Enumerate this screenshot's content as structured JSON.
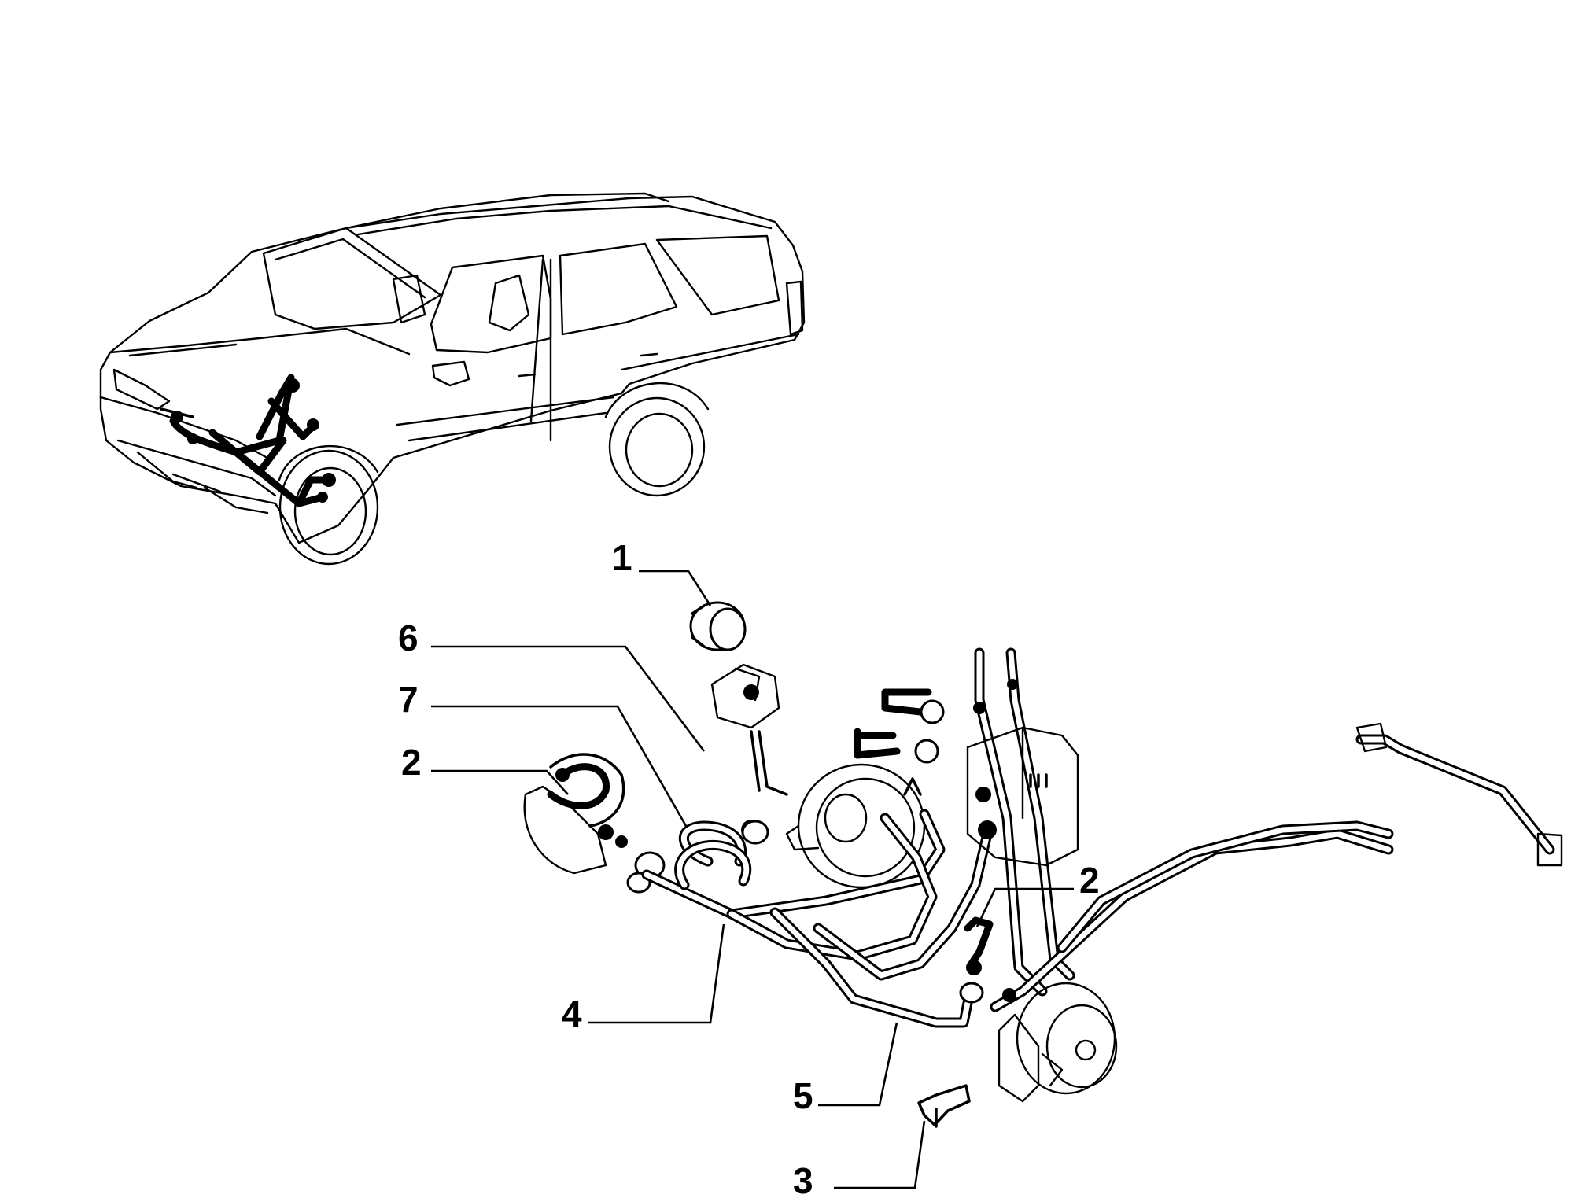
{
  "callouts": [
    {
      "id": "1",
      "label": "1"
    },
    {
      "id": "6",
      "label": "6"
    },
    {
      "id": "7",
      "label": "7"
    },
    {
      "id": "2a",
      "label": "2"
    },
    {
      "id": "2b",
      "label": "2"
    },
    {
      "id": "4",
      "label": "4"
    },
    {
      "id": "5",
      "label": "5"
    },
    {
      "id": "3",
      "label": "3"
    }
  ]
}
